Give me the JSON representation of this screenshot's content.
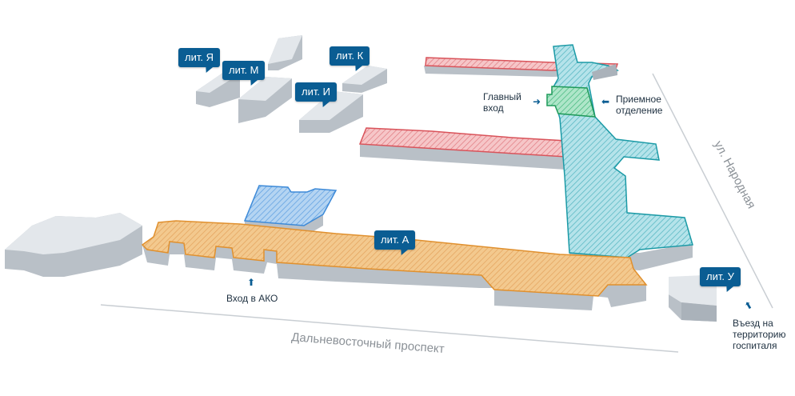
{
  "labels": {
    "lit_ya": "лит. Я",
    "lit_m": "лит. М",
    "lit_k": "лит. К",
    "lit_i": "лит. И",
    "lit_a": "лит. А",
    "lit_u": "лит. У"
  },
  "notes": {
    "main_entrance": "Главный\nвход",
    "reception": "Приемное\nотделение",
    "ako_entrance": "Вход в АКО",
    "hospital_entry": "Въезд на\nтерриторию\nгоспиталя"
  },
  "streets": {
    "narodnaya": "ул. Народная",
    "dalnevostochny": "Дальневосточный проспект"
  },
  "colors": {
    "orange": "#f3c98e",
    "orange_stroke": "#e0902e",
    "teal": "#a9dde5",
    "teal_stroke": "#1b9aa6",
    "blue": "#a8cbee",
    "blue_stroke": "#3d8ad8",
    "red": "#f0b6b8",
    "red_stroke": "#d9535a",
    "green": "#9fdfc0",
    "green_stroke": "#1f9a5a",
    "building_top": "#e3e7eb",
    "building_side": "#b9c0c7",
    "label_bg": "#0a5d93"
  },
  "icons": {
    "entrance_arrow": "arrow-up-icon",
    "main_entrance_arrow": "arrow-right-icon",
    "reception_arrow": "arrow-left-icon"
  }
}
